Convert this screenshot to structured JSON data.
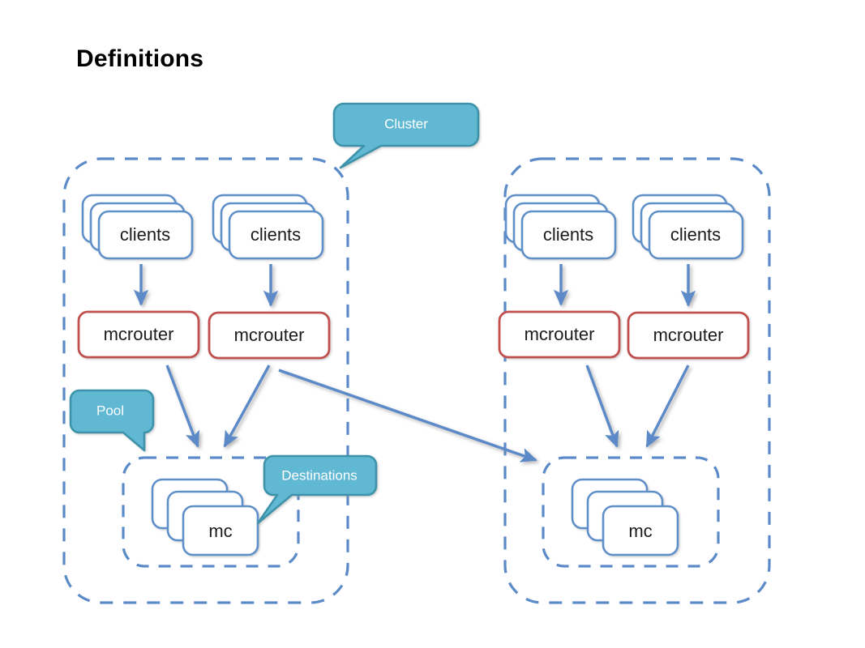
{
  "slide": {
    "title": "Definitions",
    "background_color": "#ffffff"
  },
  "colors": {
    "client_border": "#5e8fc8",
    "client_fill": "#ffffff",
    "mcrouter_border": "#c0504d",
    "mcrouter_fill": "#ffffff",
    "mc_border": "#5e8fc8",
    "mc_fill": "#ffffff",
    "cluster_dashed_border": "#5b8ac9",
    "pool_dashed_border": "#5b8ac9",
    "callout_fill": "#61b8d3",
    "callout_border": "#3d93aa",
    "callout_text": "#ffffff",
    "arrow_color": "#5b8ac9",
    "title_text": "#000000",
    "box_text": "#1a1a1a"
  },
  "callouts": [
    {
      "id": "cluster",
      "label": "Cluster",
      "points_to": "cluster-left-boundary"
    },
    {
      "id": "pool",
      "label": "Pool",
      "points_to": "pool-left"
    },
    {
      "id": "destinations",
      "label": "Destinations",
      "points_to": "mc-stack-left"
    }
  ],
  "clusters": [
    {
      "id": "cluster-left",
      "clients": [
        {
          "id": "clients-left-1",
          "label": "clients",
          "stack_count": 3
        },
        {
          "id": "clients-left-2",
          "label": "clients",
          "stack_count": 3
        }
      ],
      "mcrouters": [
        {
          "id": "mcrouter-left-1",
          "label": "mcrouter"
        },
        {
          "id": "mcrouter-left-2",
          "label": "mcrouter"
        }
      ],
      "pool": {
        "id": "pool-left",
        "destinations": [
          {
            "id": "mc-left",
            "label": "mc",
            "stack_count": 3
          }
        ]
      }
    },
    {
      "id": "cluster-right",
      "clients": [
        {
          "id": "clients-right-1",
          "label": "clients",
          "stack_count": 3
        },
        {
          "id": "clients-right-2",
          "label": "clients",
          "stack_count": 3
        }
      ],
      "mcrouters": [
        {
          "id": "mcrouter-right-1",
          "label": "mcrouter"
        },
        {
          "id": "mcrouter-right-2",
          "label": "mcrouter"
        }
      ],
      "pool": {
        "id": "pool-right",
        "destinations": [
          {
            "id": "mc-right",
            "label": "mc",
            "stack_count": 3
          }
        ]
      }
    }
  ],
  "arrows": [
    {
      "id": "arrow-clients-l1-to-mcrouter-l1",
      "from": "clients-left-1",
      "to": "mcrouter-left-1"
    },
    {
      "id": "arrow-clients-l2-to-mcrouter-l2",
      "from": "clients-left-2",
      "to": "mcrouter-left-2"
    },
    {
      "id": "arrow-mcrouter-l1-to-pool-left",
      "from": "mcrouter-left-1",
      "to": "pool-left"
    },
    {
      "id": "arrow-mcrouter-l2-to-pool-left",
      "from": "mcrouter-left-2",
      "to": "pool-left"
    },
    {
      "id": "arrow-mcrouter-l2-to-pool-right",
      "from": "mcrouter-left-2",
      "to": "pool-right"
    },
    {
      "id": "arrow-clients-r1-to-mcrouter-r1",
      "from": "clients-right-1",
      "to": "mcrouter-right-1"
    },
    {
      "id": "arrow-clients-r2-to-mcrouter-r2",
      "from": "clients-right-2",
      "to": "mcrouter-right-2"
    },
    {
      "id": "arrow-mcrouter-r1-to-pool-right",
      "from": "mcrouter-right-1",
      "to": "pool-right"
    },
    {
      "id": "arrow-mcrouter-r2-to-pool-right",
      "from": "mcrouter-right-2",
      "to": "pool-right"
    }
  ]
}
